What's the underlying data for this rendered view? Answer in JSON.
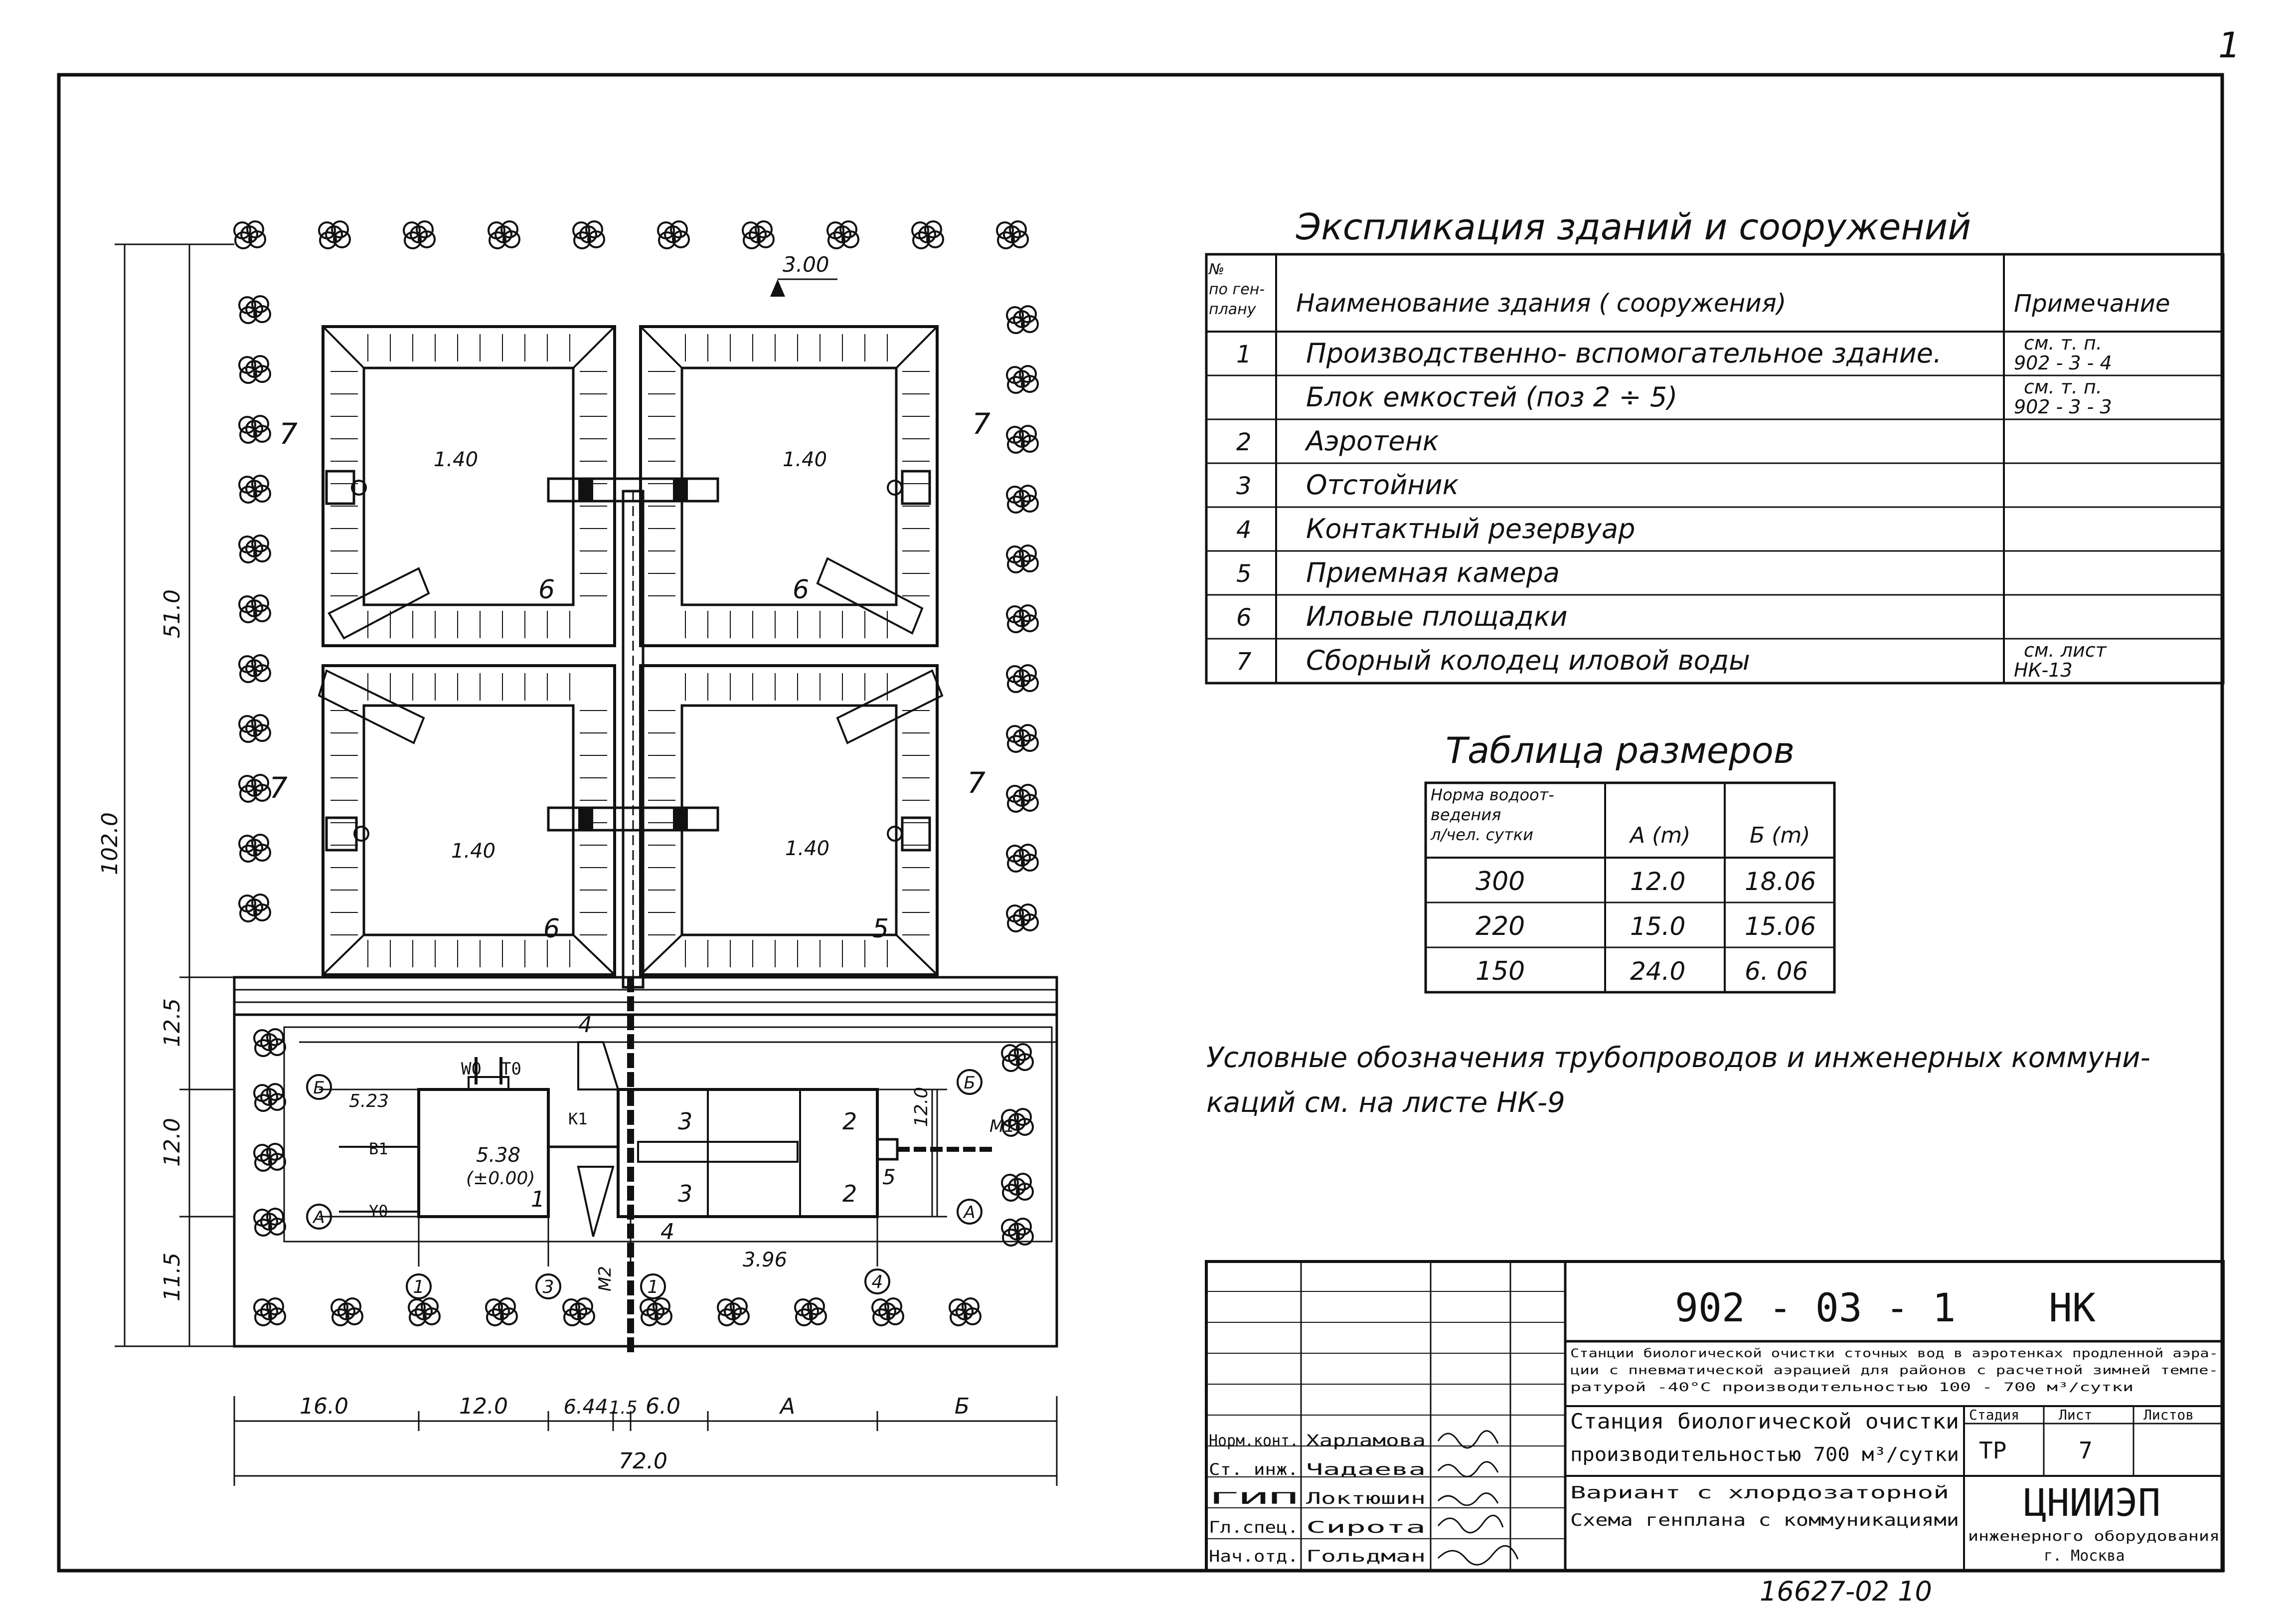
{
  "sheet_number": "1",
  "explication": {
    "title": "Экспликация зданий и сооружений",
    "headers": {
      "num": [
        "№",
        "по ген-",
        "плану"
      ],
      "name": "Наименование здания ( сооружения)",
      "note": "Примечание"
    },
    "rows": [
      {
        "num": "1",
        "name": "Производственно- вспомогательное здание.",
        "note": [
          "см. т. п.",
          "902 - 3 - 4"
        ]
      },
      {
        "num": "",
        "name": "Блок емкостей   (поз 2 ÷ 5)",
        "note": [
          "см. т. п.",
          "902 - 3 - 3"
        ]
      },
      {
        "num": "2",
        "name": "Аэротенк",
        "note": [
          "",
          ""
        ]
      },
      {
        "num": "3",
        "name": "Отстойник",
        "note": [
          "",
          ""
        ]
      },
      {
        "num": "4",
        "name": "Контактный резервуар",
        "note": [
          "",
          ""
        ]
      },
      {
        "num": "5",
        "name": "Приемная камера",
        "note": [
          "",
          ""
        ]
      },
      {
        "num": "6",
        "name": "Иловые площадки",
        "note": [
          "",
          ""
        ]
      },
      {
        "num": "7",
        "name": "Сборный колодец иловой воды",
        "note": [
          "см. лист",
          "НК-13"
        ]
      }
    ]
  },
  "sizes_table": {
    "title": "Таблица размеров",
    "headers": {
      "norm": [
        "Норма водоот-",
        "ведения",
        "л/чел. сутки"
      ],
      "a": "А (m)",
      "b": "Б (m)"
    },
    "rows": [
      {
        "norm": "300",
        "a": "12.0",
        "b": "18.06"
      },
      {
        "norm": "220",
        "a": "15.0",
        "b": "15.06"
      },
      {
        "norm": "150",
        "a": "24.0",
        "b": "6. 06"
      }
    ]
  },
  "note": [
    "Условные обозначения трубопроводов и инженерных коммуни-",
    "каций см. на листе НК-9"
  ],
  "plan": {
    "levels": {
      "top": "3.00",
      "pads": "1.40",
      "b_left": "5.23",
      "building": "5.38",
      "building_zero": "(±0.00)",
      "bottom": "3.96"
    },
    "dims_vertical": {
      "total": "102.0",
      "pads": "51.0",
      "a1": "12.5",
      "a2": "12.0",
      "a3": "11.5"
    },
    "dims_horizontal": {
      "d1": "16.0",
      "d2": "12.0",
      "d3": "6.44",
      "d4": "1.5",
      "d5": "6.0",
      "d6": "А",
      "d7": "Б",
      "total": "72.0"
    },
    "dim_right": "12.0",
    "markers": [
      "1",
      "2",
      "3",
      "4",
      "5",
      "6",
      "7"
    ],
    "axes": [
      "1",
      "3",
      "1",
      "4",
      "Б",
      "А"
    ],
    "pipes": {
      "w0": "W0",
      "t0": "T0",
      "b1": "B1",
      "y0": "Y0",
      "k1": "K1",
      "m1": "M1",
      "m2": "M2"
    }
  },
  "title_block": {
    "code": "902 - 03 - 1",
    "section": "НК",
    "description": [
      "Станции биологической очистки сточных вод в аэротенках продленной аэра-",
      "ции с пневматической аэрацией для районов с расчетной зимней темпе-",
      "ратурой -40°С производительностью 100 - 700 м³/сутки"
    ],
    "station": [
      "Станция биологической очистки",
      "производительностью 700 м³/сутки"
    ],
    "variant": [
      "Вариант с хлордозаторной",
      "Схема генплана с коммуникациями"
    ],
    "stage_label": "Стадия",
    "sheet_label": "Лист",
    "sheets_label": "Листов",
    "stage": "ТР",
    "sheet": "7",
    "sheets": "",
    "org": [
      "ЦНИИЭП",
      "инженерного оборудования",
      "г. Москва"
    ],
    "staff": [
      {
        "role": "Норм.конт.",
        "name": "Харламова"
      },
      {
        "role": "Ст. инж.",
        "name": "Чадаева"
      },
      {
        "role": "ГИП",
        "name": "Локтюшин"
      },
      {
        "role": "Гл.спец.",
        "name": "Сирота"
      },
      {
        "role": "Нач.отд.",
        "name": "Гольдман"
      }
    ]
  },
  "footer_code": "16627-02  10",
  "colors": {
    "ink": "#111111",
    "paper": "#ffffff"
  }
}
